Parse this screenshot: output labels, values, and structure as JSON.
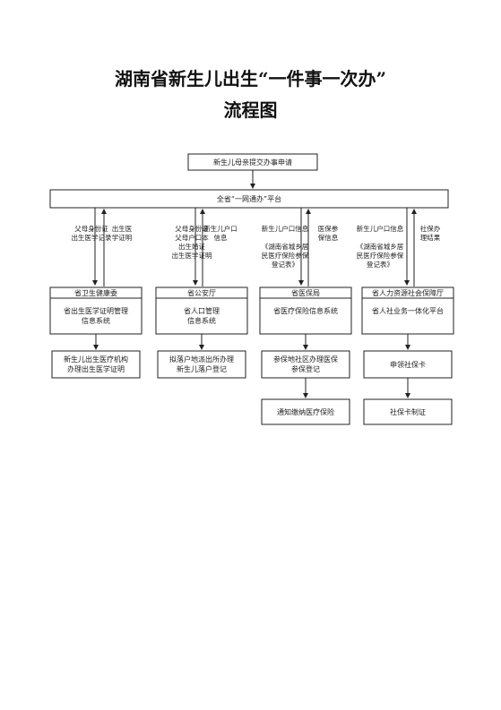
{
  "title": "湖南省新生儿出生“一件事一次办”",
  "subtitle": "流程图",
  "top_box": "新生儿母亲提交办事申请",
  "platform_box": "全省“一网通办”平台",
  "columns": [
    {
      "dept": "省卫生健康委",
      "system": [
        "省出生医学证明管理",
        "信息系统"
      ],
      "down_label": [
        "父母身份证",
        "出生医学记录"
      ],
      "up_label": [
        "出生医",
        "学证明"
      ],
      "result1": [
        "新生儿出生医疗机构",
        "办理出生医学证明"
      ]
    },
    {
      "dept": "省公安厅",
      "system": [
        "省人口管理",
        "信息系统"
      ],
      "down_label": [
        "父母身份证",
        "父母户口本",
        "出生婚证",
        "出生医学证明"
      ],
      "up_label": [
        "新生儿户口",
        "信息"
      ],
      "result1": [
        "拟落户地派出所办理",
        "新生儿落户登记"
      ]
    },
    {
      "dept": "省医保局",
      "system": [
        "省医疗保险信息系统"
      ],
      "down_label": [
        "新生儿户口信息",
        "",
        "《湖南省城乡居",
        "民医疗保险参保",
        "登记表》"
      ],
      "up_label": [
        "医保参",
        "保信息"
      ],
      "result1": [
        "参保地社区办理医保",
        "参保登记"
      ],
      "result2": [
        "通知缴纳医疗保险"
      ]
    },
    {
      "dept": "省人力资源社会保障厅",
      "system": [
        "省人社业务一体化平台"
      ],
      "down_label": [
        "新生儿户口信息",
        "",
        "《湖南省城乡居",
        "民医疗保险参保",
        "登记表》"
      ],
      "up_label": [
        "社保办",
        "理结果"
      ],
      "result1": [
        "申领社保卡"
      ],
      "result2": [
        "社保卡制证"
      ]
    }
  ]
}
